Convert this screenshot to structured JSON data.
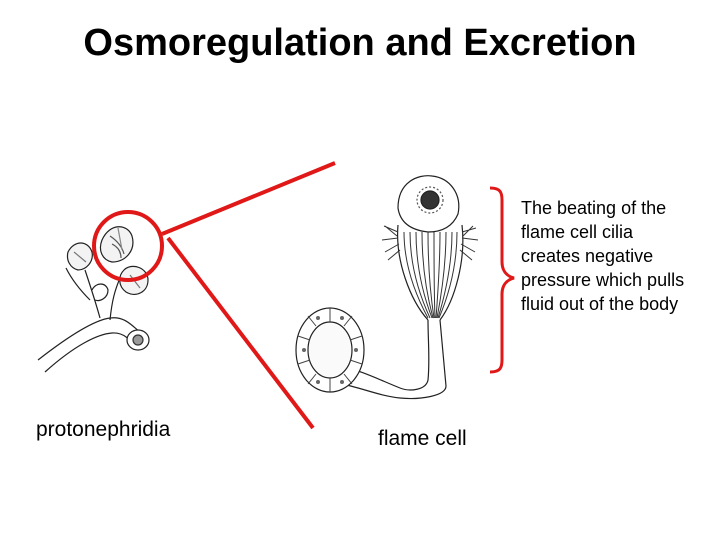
{
  "slide": {
    "title": "Osmoregulation and Excretion",
    "protonephridia_label": "protonephridia",
    "flame_cell_label": "flame cell",
    "description": "The beating of the flame cell cilia creates negative pressure which pulls fluid out of the body"
  },
  "colors": {
    "highlight": "#e01818",
    "ink": "#222222"
  }
}
